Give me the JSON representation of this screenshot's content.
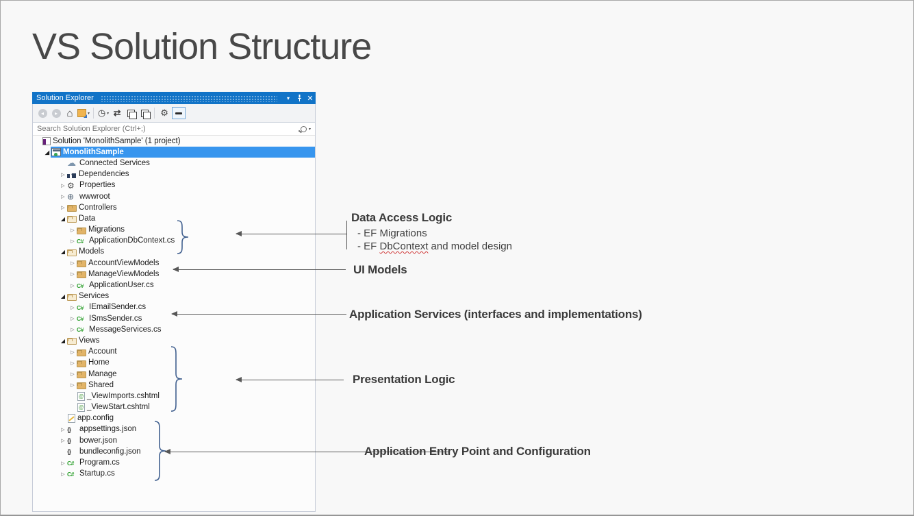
{
  "slide": {
    "title": "VS Solution Structure"
  },
  "panel": {
    "title": "Solution Explorer",
    "titlebar_icons": [
      "chevron-down-icon",
      "pin-icon",
      "close-icon"
    ],
    "toolbar_icons": [
      "back-icon",
      "forward-icon",
      "home-icon",
      "switch-views-icon",
      "pending-changes-filter-icon",
      "sync-with-active-document-icon",
      "collapse-all-icon",
      "show-all-files-icon",
      "wrench-icon",
      "preview-selected-items-icon"
    ],
    "search": {
      "placeholder": "Search Solution Explorer (Ctrl+;)"
    },
    "tree": [
      {
        "label": "Solution 'MonolithSample' (1 project)",
        "icon": "solution",
        "level": 0,
        "exp": "none"
      },
      {
        "label": "MonolithSample",
        "icon": "project",
        "level": 1,
        "exp": "expanded",
        "selected": true
      },
      {
        "label": "Connected Services",
        "icon": "cloud",
        "level": 2,
        "exp": "none"
      },
      {
        "label": "Dependencies",
        "icon": "dependencies",
        "level": 2,
        "exp": "collapsed"
      },
      {
        "label": "Properties",
        "icon": "wrench",
        "level": 2,
        "exp": "collapsed"
      },
      {
        "label": "wwwroot",
        "icon": "globe",
        "level": 2,
        "exp": "collapsed"
      },
      {
        "label": "Controllers",
        "icon": "folder",
        "level": 2,
        "exp": "collapsed"
      },
      {
        "label": "Data",
        "icon": "folder-open",
        "level": 2,
        "exp": "expanded"
      },
      {
        "label": "Migrations",
        "icon": "folder",
        "level": 3,
        "exp": "collapsed"
      },
      {
        "label": "ApplicationDbContext.cs",
        "icon": "csharp",
        "level": 3,
        "exp": "collapsed"
      },
      {
        "label": "Models",
        "icon": "folder-open",
        "level": 2,
        "exp": "expanded"
      },
      {
        "label": "AccountViewModels",
        "icon": "folder",
        "level": 3,
        "exp": "collapsed"
      },
      {
        "label": "ManageViewModels",
        "icon": "folder",
        "level": 3,
        "exp": "collapsed"
      },
      {
        "label": "ApplicationUser.cs",
        "icon": "csharp",
        "level": 3,
        "exp": "collapsed"
      },
      {
        "label": "Services",
        "icon": "folder-open",
        "level": 2,
        "exp": "expanded"
      },
      {
        "label": "IEmailSender.cs",
        "icon": "csharp",
        "level": 3,
        "exp": "collapsed"
      },
      {
        "label": "ISmsSender.cs",
        "icon": "csharp",
        "level": 3,
        "exp": "collapsed"
      },
      {
        "label": "MessageServices.cs",
        "icon": "csharp",
        "level": 3,
        "exp": "collapsed"
      },
      {
        "label": "Views",
        "icon": "folder-open",
        "level": 2,
        "exp": "expanded"
      },
      {
        "label": "Account",
        "icon": "folder",
        "level": 3,
        "exp": "collapsed"
      },
      {
        "label": "Home",
        "icon": "folder",
        "level": 3,
        "exp": "collapsed"
      },
      {
        "label": "Manage",
        "icon": "folder",
        "level": 3,
        "exp": "collapsed"
      },
      {
        "label": "Shared",
        "icon": "folder",
        "level": 3,
        "exp": "collapsed"
      },
      {
        "label": "_ViewImports.cshtml",
        "icon": "cshtml",
        "level": 3,
        "exp": "none"
      },
      {
        "label": "_ViewStart.cshtml",
        "icon": "cshtml",
        "level": 3,
        "exp": "none"
      },
      {
        "label": "app.config",
        "icon": "config",
        "level": 2,
        "exp": "none"
      },
      {
        "label": "appsettings.json",
        "icon": "json",
        "level": 2,
        "exp": "collapsed"
      },
      {
        "label": "bower.json",
        "icon": "json",
        "level": 2,
        "exp": "collapsed"
      },
      {
        "label": "bundleconfig.json",
        "icon": "json",
        "level": 2,
        "exp": "none"
      },
      {
        "label": "Program.cs",
        "icon": "csharp",
        "level": 2,
        "exp": "collapsed"
      },
      {
        "label": "Startup.cs",
        "icon": "csharp",
        "level": 2,
        "exp": "collapsed"
      }
    ]
  },
  "annotations": {
    "data_access": {
      "heading": "Data Access Logic",
      "bullet1": "- EF Migrations",
      "bullet2_pre": "- EF ",
      "bullet2_mark": "DbContext",
      "bullet2_post": " and model design"
    },
    "ui_models": {
      "heading": "UI Models"
    },
    "app_services": {
      "heading": "Application Services (interfaces and implementations)"
    },
    "presentation": {
      "heading": "Presentation Logic"
    },
    "entry_point": {
      "heading": "Application Entry Point and Configuration"
    }
  },
  "colors": {
    "titlebar_blue": "#1173c7",
    "selection_blue": "#3795ee",
    "folder_tan": "#e2b468",
    "csharp_green": "#2da02d",
    "brace_blue": "#41608f",
    "arrow_gray": "#575757"
  }
}
